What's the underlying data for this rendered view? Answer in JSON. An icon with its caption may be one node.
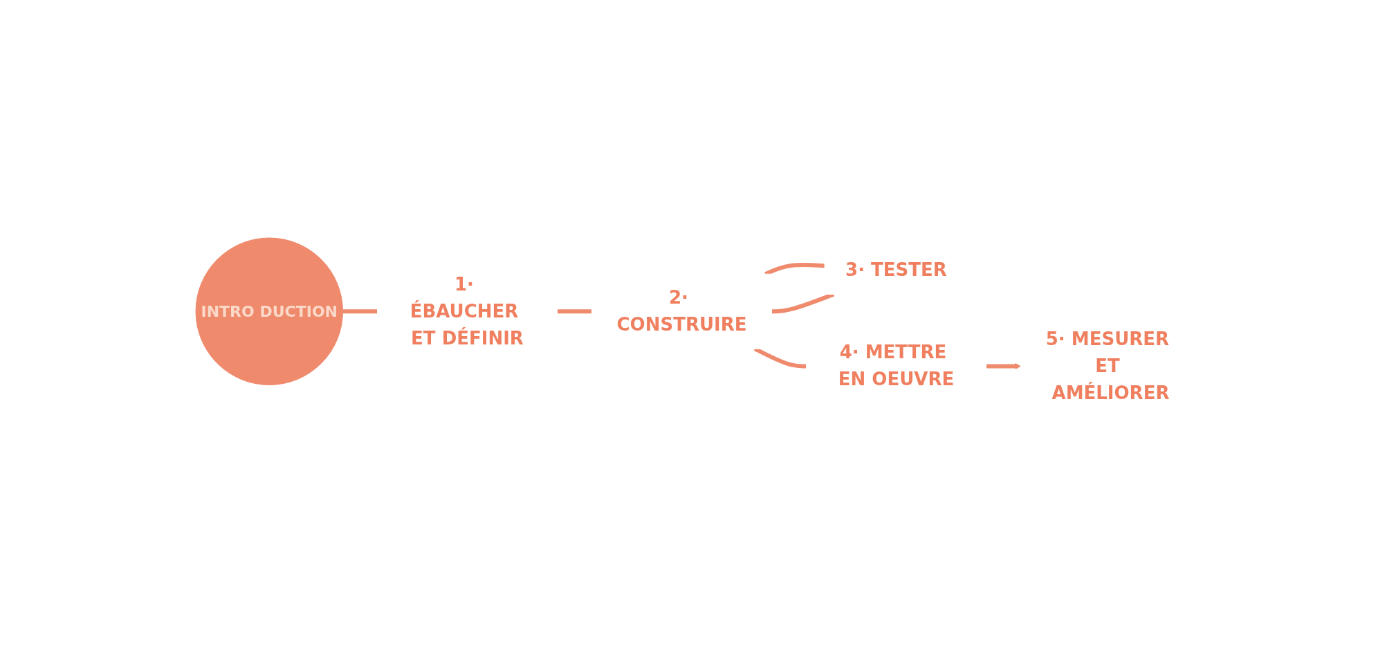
{
  "diagram": {
    "nodes": [
      {
        "text": [
          "INTRO DUCTION"
        ]
      },
      {
        "text": [
          "1· ÉBAUCHER ET DÉFINIR"
        ]
      },
      {
        "text": [
          "2· CONSTRUIRE"
        ]
      },
      {
        "text": [
          "3· TESTER"
        ]
      },
      {
        "text": [
          "4· METTRE EN OEUVRE"
        ]
      },
      {
        "text": [
          "5· MESURER ET AMÉLIORER"
        ]
      }
    ],
    "edges": [
      {
        "from": 0,
        "to": 1,
        "arrow": "none"
      },
      {
        "from": 1,
        "to": 2,
        "arrow": "none"
      },
      {
        "from": 2,
        "to": 3,
        "arrow": "none"
      },
      {
        "from": 3,
        "to": 2,
        "arrow": "none"
      },
      {
        "from": 2,
        "to": 4,
        "arrow": "none"
      },
      {
        "from": 4,
        "to": 5,
        "arrow": "to"
      }
    ]
  }
}
